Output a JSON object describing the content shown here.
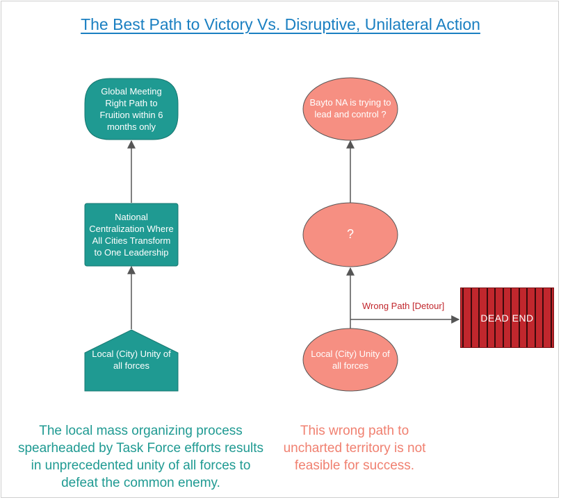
{
  "title": "The Best Path to Victory Vs. Disruptive, Unilateral Action",
  "colors": {
    "teal": "#1f9a92",
    "salmon": "#f68f82",
    "dead_end_red": "#c1272d",
    "title_blue": "#1a7fc1",
    "arrow": "#555555"
  },
  "left_path": {
    "top": "Global Meeting Right Path to Fruition within 6 months only",
    "middle": "National Centralization Where All Cities Transform to One Leadership",
    "bottom": "Local (City) Unity of all forces"
  },
  "right_path": {
    "top": "Bayto NA is trying to lead and control ?",
    "middle": "?",
    "bottom": "Local (City) Unity of all forces",
    "detour_label": "Wrong Path [Detour]",
    "dead_end": "DEAD END"
  },
  "captions": {
    "left": "The local mass organizing process spearheaded by Task Force efforts results in unprecedented unity of all forces to defeat the common enemy.",
    "right": "This wrong path to uncharted territory is not feasible for success."
  }
}
